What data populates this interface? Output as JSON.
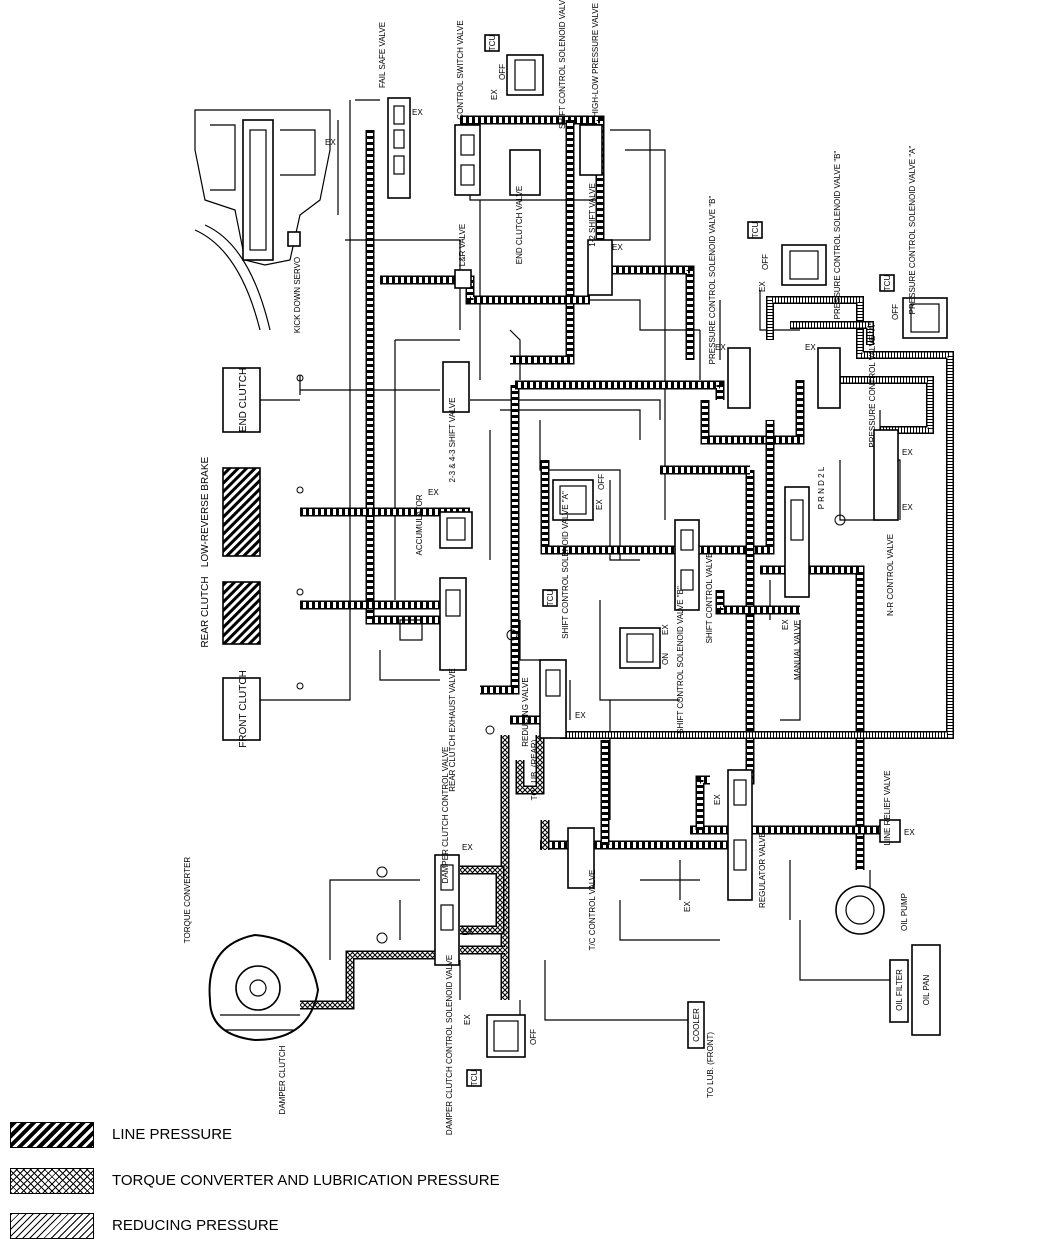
{
  "components": {
    "end_clutch": "END CLUTCH",
    "low_reverse_brake": "LOW-REVERSE BRAKE",
    "rear_clutch": "REAR CLUTCH",
    "front_clutch": "FRONT CLUTCH",
    "kick_down_servo": "KICK DOWN SERVO",
    "fail_safe_valve": "FAIL SAFE VALVE",
    "control_switch_valve": "CONTROL SWITCH VALVE",
    "shift_control_solenoid_c": "SHIFT CONTROL SOLENOID VALVE \"C\"",
    "high_low_pressure_valve": "HIGH-LOW PRESSURE VALVE",
    "end_clutch_valve": "END CLUTCH VALVE",
    "one_two_shift_valve": "1-2 SHIFT VALVE",
    "lr_valve": "L&R VALVE",
    "pressure_control_solenoid_b": "PRESSURE CONTROL SOLENOID VALVE \"B\"",
    "pressure_control_solenoid_a": "PRESSURE CONTROL SOLENOID VALVE \"A\"",
    "pressure_control_valve_b": "PRESSURE CONTROL SOLENOID VALVE \"B\"",
    "pressure_control_valve_a": "PRESSURE CONTROL VALVE \"A\"",
    "two_three_shift_valve": "2-3 & 4-3 SHIFT VALVE",
    "accumulator": "ACCUMULATOR",
    "shift_control_solenoid_a": "SHIFT CONTROL SOLENOID VALVE \"A\"",
    "shift_control_valve": "SHIFT CONTROL VALVE",
    "shift_control_solenoid_b": "SHIFT CONTROL SOLENOID VALVE \"B\"",
    "manual_valve": "MANUAL VALVE",
    "nr_control_valve": "N-R CONTROL VALVE",
    "gear_positions": "P R N D 2 L",
    "reducing_valve": "REDUCING VALVE",
    "rear_clutch_exhaust_valve": "REAR CLUTCH EXHAUST VALVE",
    "to_lub_rear": "TO LUB. (REAR)",
    "damper_clutch_control_valve": "DAMPER CLUTCH CONTROL VALVE",
    "line_relief_valve": "LINE RELIEF VALVE",
    "regulator_valve": "REGULATOR VALVE",
    "tc_control_valve": "T/C CONTROL VALVE",
    "torque_converter": "TORQUE CONVERTER",
    "damper_clutch": "DAMPER CLUTCH",
    "damper_clutch_solenoid": "DAMPER CLUTCH CONTROL SOLENOID VALVE",
    "cooler": "COOLER",
    "to_lub_front": "TO LUB. (FRONT)",
    "oil_pump": "OIL PUMP",
    "oil_filter": "OIL FILTER",
    "oil_pan": "OIL PAN"
  },
  "markers": {
    "tcu": "TCU",
    "ex": "EX",
    "on": "ON",
    "off": "OFF"
  },
  "legend": [
    {
      "label": "LINE PRESSURE",
      "pattern": "solid-hatch"
    },
    {
      "label": "TORQUE CONVERTER AND LUBRICATION PRESSURE",
      "pattern": "cross-hatch"
    },
    {
      "label": "REDUCING PRESSURE",
      "pattern": "light-hatch"
    }
  ],
  "colors": {
    "ink": "#000000",
    "paper": "#ffffff"
  }
}
